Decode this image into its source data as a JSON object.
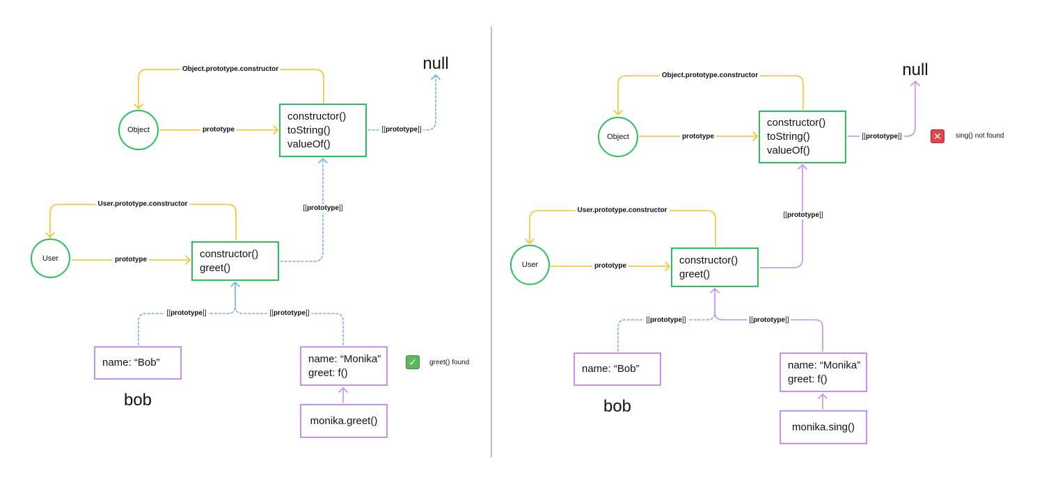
{
  "colors": {
    "yellow": "#f2c42a",
    "blue_dashed": "#7aaee8",
    "purple": "#c98ef0",
    "green": "#27c25a",
    "divider": "#bdbdbd",
    "ok_badge": "#5cb85c",
    "error_badge": "#e0474c"
  },
  "left": {
    "object_prototype_constructor_label": "Object.prototype.constructor",
    "object_circle": "Object",
    "object_prototype_label": "prototype",
    "object_proto_methods": [
      "constructor()",
      "toString()",
      "valueOf()"
    ],
    "null_label": "null",
    "object_proto_link": "prototype",
    "user_proto_link": "prototype",
    "user_prototype_constructor_label": "User.prototype.constructor",
    "user_circle": "User",
    "user_prototype_label": "prototype",
    "user_proto_methods": [
      "constructor()",
      "greet()"
    ],
    "bob_proto_link": "prototype",
    "monika_proto_link": "prototype",
    "bob_props": [
      "name: “Bob”"
    ],
    "bob_label": "bob",
    "monika_props": [
      "name: “Monika”",
      "greet: f()"
    ],
    "call": "monika.greet()",
    "status_icon": "check-mark-icon",
    "status_text": "greet() found"
  },
  "right": {
    "object_prototype_constructor_label": "Object.prototype.constructor",
    "object_circle": "Object",
    "object_prototype_label": "prototype",
    "object_proto_methods": [
      "constructor()",
      "toString()",
      "valueOf()"
    ],
    "null_label": "null",
    "object_proto_link": "prototype",
    "user_proto_link": "prototype",
    "user_prototype_constructor_label": "User.prototype.constructor",
    "user_circle": "User",
    "user_prototype_label": "prototype",
    "user_proto_methods": [
      "constructor()",
      "greet()"
    ],
    "bob_proto_link": "prototype",
    "monika_proto_link": "prototype",
    "bob_props": [
      "name: “Bob”"
    ],
    "bob_label": "bob",
    "monika_props": [
      "name: “Monika”",
      "greet: f()"
    ],
    "call": "monika.sing()",
    "status_icon": "cross-mark-icon",
    "status_text": "sing() not found"
  }
}
